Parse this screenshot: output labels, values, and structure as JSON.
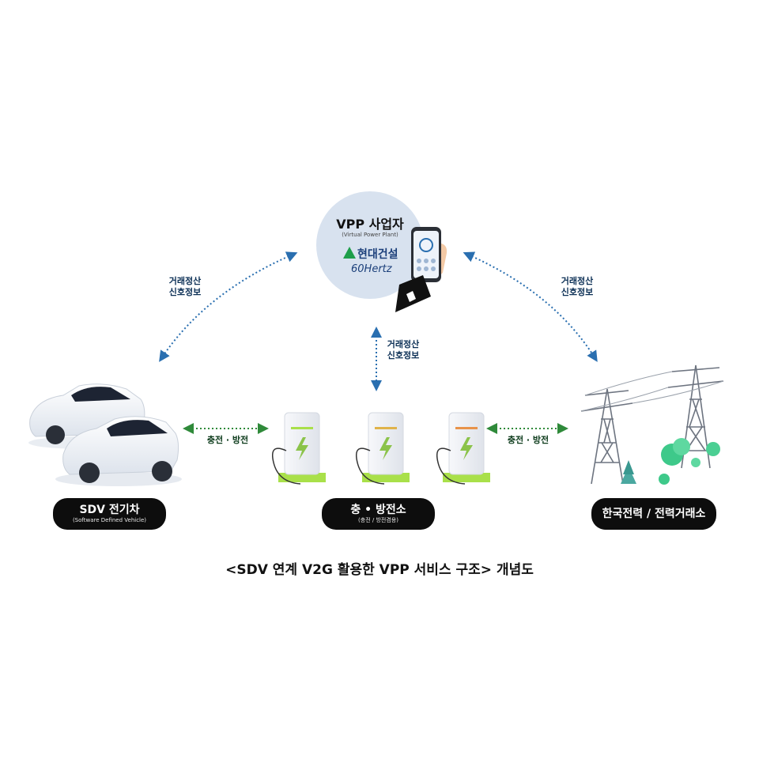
{
  "nodes": {
    "vpp": {
      "title": "VPP 사업자",
      "subtitle": "(Virtual Power Plant)",
      "brand_primary": "현대건설",
      "brand_secondary": "60Hertz"
    },
    "ev": {
      "label": "SDV 전기차",
      "sublabel": "(Software Defined Vehicle)"
    },
    "station": {
      "label": "충 • 방전소",
      "sublabel": "(충전 / 방전겸용)"
    },
    "grid": {
      "label": "한국전력 / 전력거래소"
    }
  },
  "flows": {
    "vpp_ev": "거래정산\n신호정보",
    "vpp_grid": "거래정산\n신호정보",
    "vpp_station": "거래정산\n신호정보",
    "ev_station": "충전 · 방전",
    "station_grid": "충전 · 방전"
  },
  "caption": "<SDV 연계 V2G 활용한 VPP 서비스 구조> 개념도",
  "colors": {
    "signal_arrow": "#2a6fb0",
    "energy_arrow": "#2f8a3a",
    "pill_background": "#0d0d0d",
    "vpp_circle": "#d8e2ef",
    "charger_accent": "#a9e04a",
    "bolt": "#8bc34a"
  },
  "icons": [
    "ev-car-icon",
    "charger-icon",
    "power-tower-icon",
    "tree-icon",
    "smartphone-icon",
    "hand-icon",
    "triangle-logo-icon"
  ]
}
